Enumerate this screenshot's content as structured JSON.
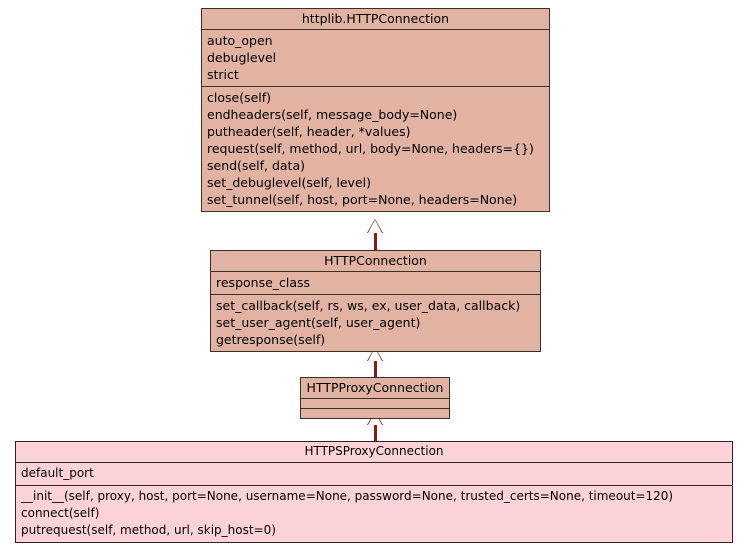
{
  "diagram": {
    "type": "uml-class-diagram",
    "background_color": "#ffffff",
    "base_class_color": "#e2b3a3",
    "derived_class_color": "#fbd2d8",
    "relation_color": "#8b1a18",
    "border_color": "#3a3028",
    "classes": [
      {
        "id": "httplib-httpconnection",
        "name": "httplib.HTTPConnection",
        "attributes": [
          "auto_open",
          "debuglevel",
          "strict"
        ],
        "methods": [
          "close(self)",
          "endheaders(self, message_body=None)",
          "putheader(self, header, *values)",
          "request(self, method, url, body=None, headers={})",
          "send(self, data)",
          "set_debuglevel(self, level)",
          "set_tunnel(self, host, port=None, headers=None)"
        ]
      },
      {
        "id": "httpconnection",
        "name": "HTTPConnection",
        "attributes": [
          "response_class"
        ],
        "methods": [
          "set_callback(self, rs, ws, ex, user_data, callback)",
          "set_user_agent(self, user_agent)",
          "getresponse(self)"
        ]
      },
      {
        "id": "httpproxyconnection",
        "name": "HTTPProxyConnection",
        "attributes": [],
        "methods": []
      },
      {
        "id": "httpsproxyconnection",
        "name": "HTTPSProxyConnection",
        "attributes": [
          "default_port"
        ],
        "methods": [
          "__init__(self, proxy, host, port=None, username=None, password=None, trusted_certs=None, timeout=120)",
          "connect(self)",
          "putrequest(self, method, url, skip_host=0)"
        ]
      }
    ],
    "relations": [
      {
        "id": "gen-httpconnection-to-httplib",
        "kind": "generalization",
        "from": "HTTPConnection",
        "to": "httplib.HTTPConnection"
      },
      {
        "id": "gen-httpproxyconnection-to-httpconnection",
        "kind": "generalization",
        "from": "HTTPProxyConnection",
        "to": "HTTPConnection"
      },
      {
        "id": "gen-httpsproxyconnection-to-httpproxyconnection",
        "kind": "generalization",
        "from": "HTTPSProxyConnection",
        "to": "HTTPProxyConnection"
      }
    ]
  }
}
